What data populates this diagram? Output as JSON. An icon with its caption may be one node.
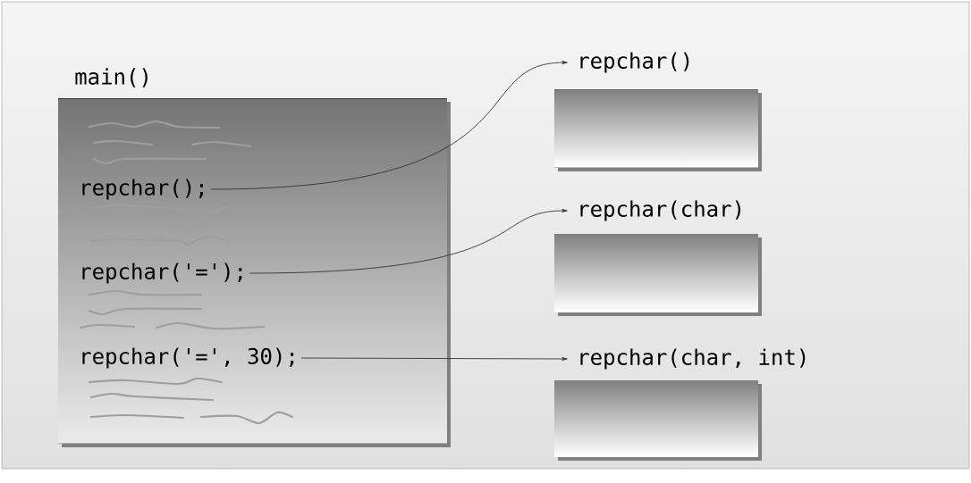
{
  "diagram": {
    "nodes": [
      {
        "text": [
          "main()"
        ]
      },
      {
        "text": [
          "repchar();"
        ],
        "in": 0
      },
      {
        "text": [
          "repchar('=');"
        ],
        "in": 0
      },
      {
        "text": [
          "repchar('=', 30);"
        ],
        "in": 0
      },
      {
        "text": [
          "repchar()"
        ]
      },
      {
        "text": [
          "repchar(char)"
        ]
      },
      {
        "text": [
          "repchar(char, int)"
        ]
      }
    ],
    "edges": [
      {
        "from": 1,
        "to": 4,
        "arrow": "to"
      },
      {
        "from": 2,
        "to": 5,
        "arrow": "to"
      },
      {
        "from": 3,
        "to": 6,
        "arrow": "to"
      }
    ]
  }
}
